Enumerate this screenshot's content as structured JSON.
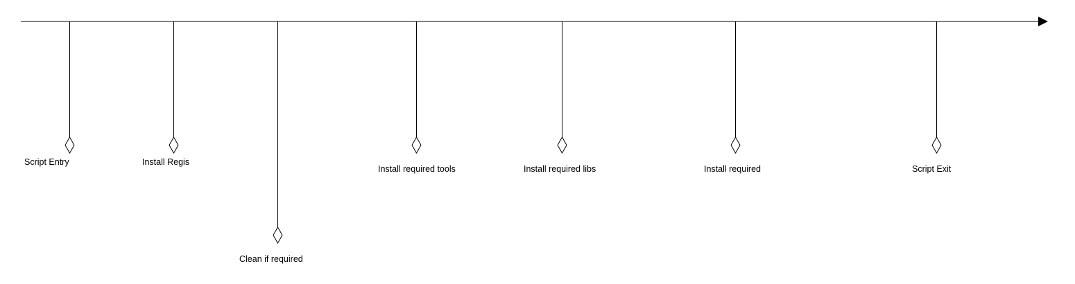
{
  "timeline": {
    "line_color": "#000000",
    "marker_fill": "#ffffff",
    "events": [
      {
        "id": "script-entry",
        "label": "Script Entry"
      },
      {
        "id": "install-regis",
        "label": "Install Regis"
      },
      {
        "id": "clean-if-required",
        "label": "Clean if required"
      },
      {
        "id": "install-required-tools",
        "label": "Install required tools"
      },
      {
        "id": "install-required-libs",
        "label": "Install required libs"
      },
      {
        "id": "install-required",
        "label": "Install required"
      },
      {
        "id": "script-exit",
        "label": "Script Exit"
      }
    ]
  }
}
